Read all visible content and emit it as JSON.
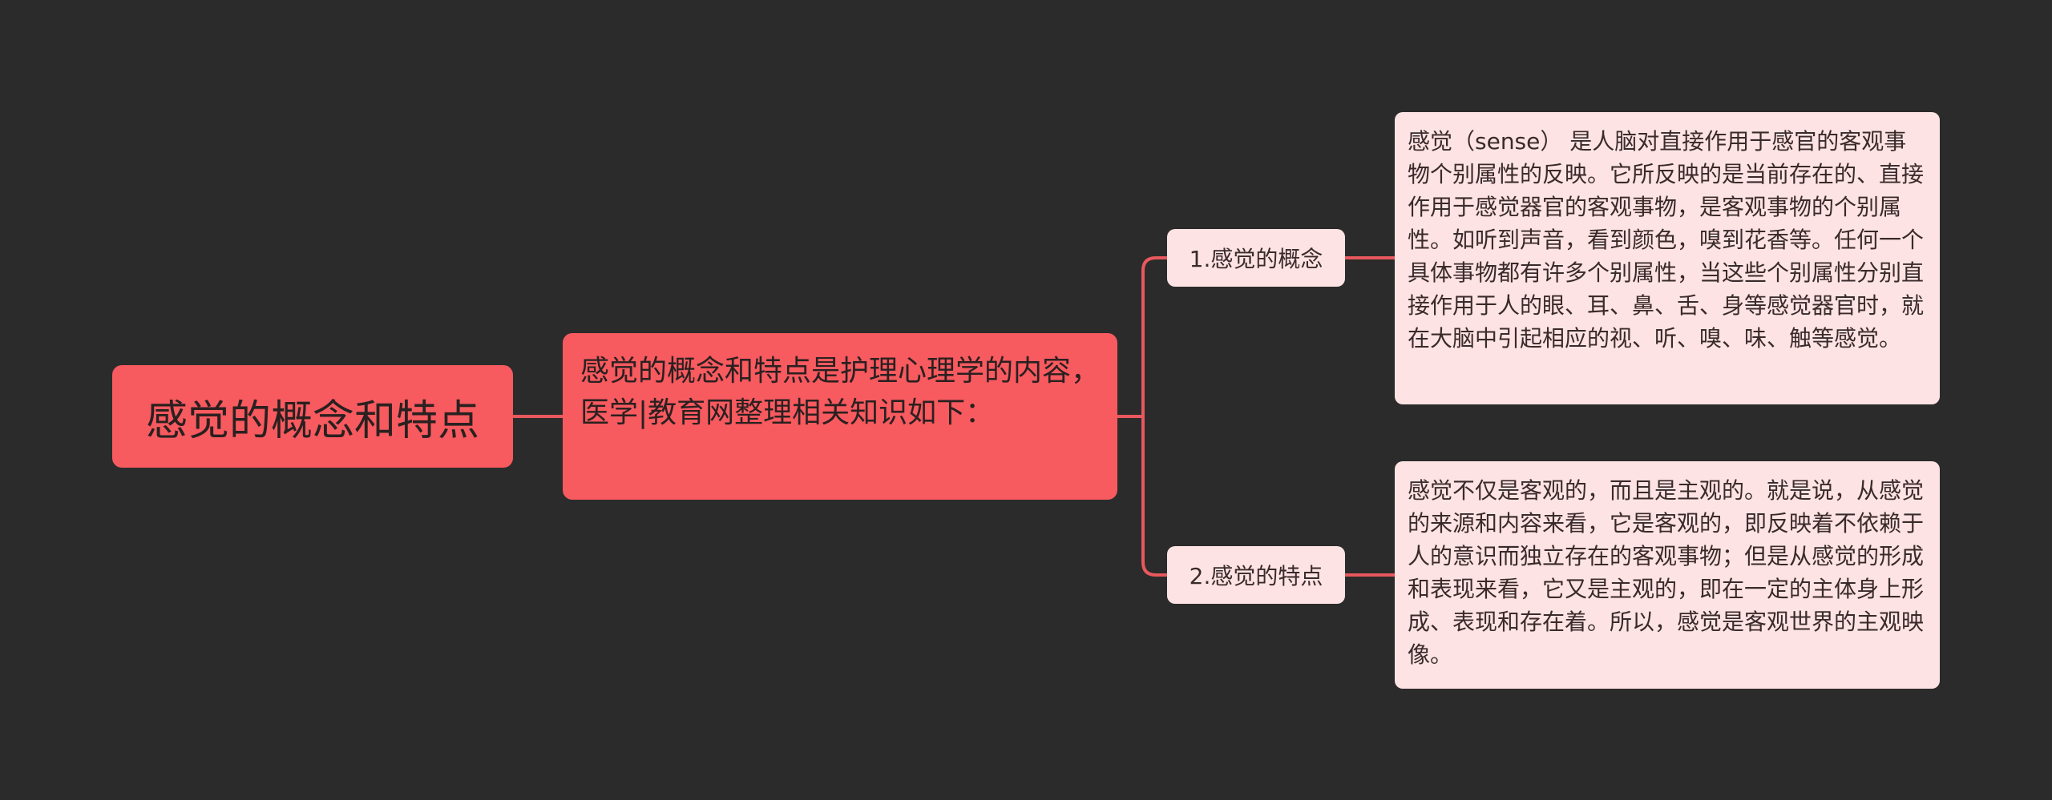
{
  "root": {
    "label": "感觉的概念和特点"
  },
  "intro": {
    "text": "感觉的概念和特点是护理心理学的内容，医学|教育网整理相关知识如下："
  },
  "branches": [
    {
      "label": "1.感觉的概念",
      "detail": "感觉（sense） 是人脑对直接作用于感官的客观事物个别属性的反映。它所反映的是当前存在的、直接作用于感觉器官的客观事物，是客观事物的个别属性。如听到声音，看到颜色，嗅到花香等。任何一个具体事物都有许多个别属性，当这些个别属性分别直接作用于人的眼、耳、鼻、舌、身等感觉器官时，就在大脑中引起相应的视、听、嗅、味、触等感觉。"
    },
    {
      "label": "2.感觉的特点",
      "detail": "感觉不仅是客观的，而且是主观的。就是说，从感觉的来源和内容来看，它是客观的，即反映着不依赖于人的意识而独立存在的客观事物；但是从感觉的形成和表现来看，它又是主观的，即在一定的主体身上形成、表现和存在着。所以，感觉是客观世界的主观映像。"
    }
  ],
  "colors": {
    "background": "#2b2b2b",
    "primary_node": "#f75a5f",
    "secondary_node": "#fde3e4",
    "connector": "#e8585d"
  }
}
